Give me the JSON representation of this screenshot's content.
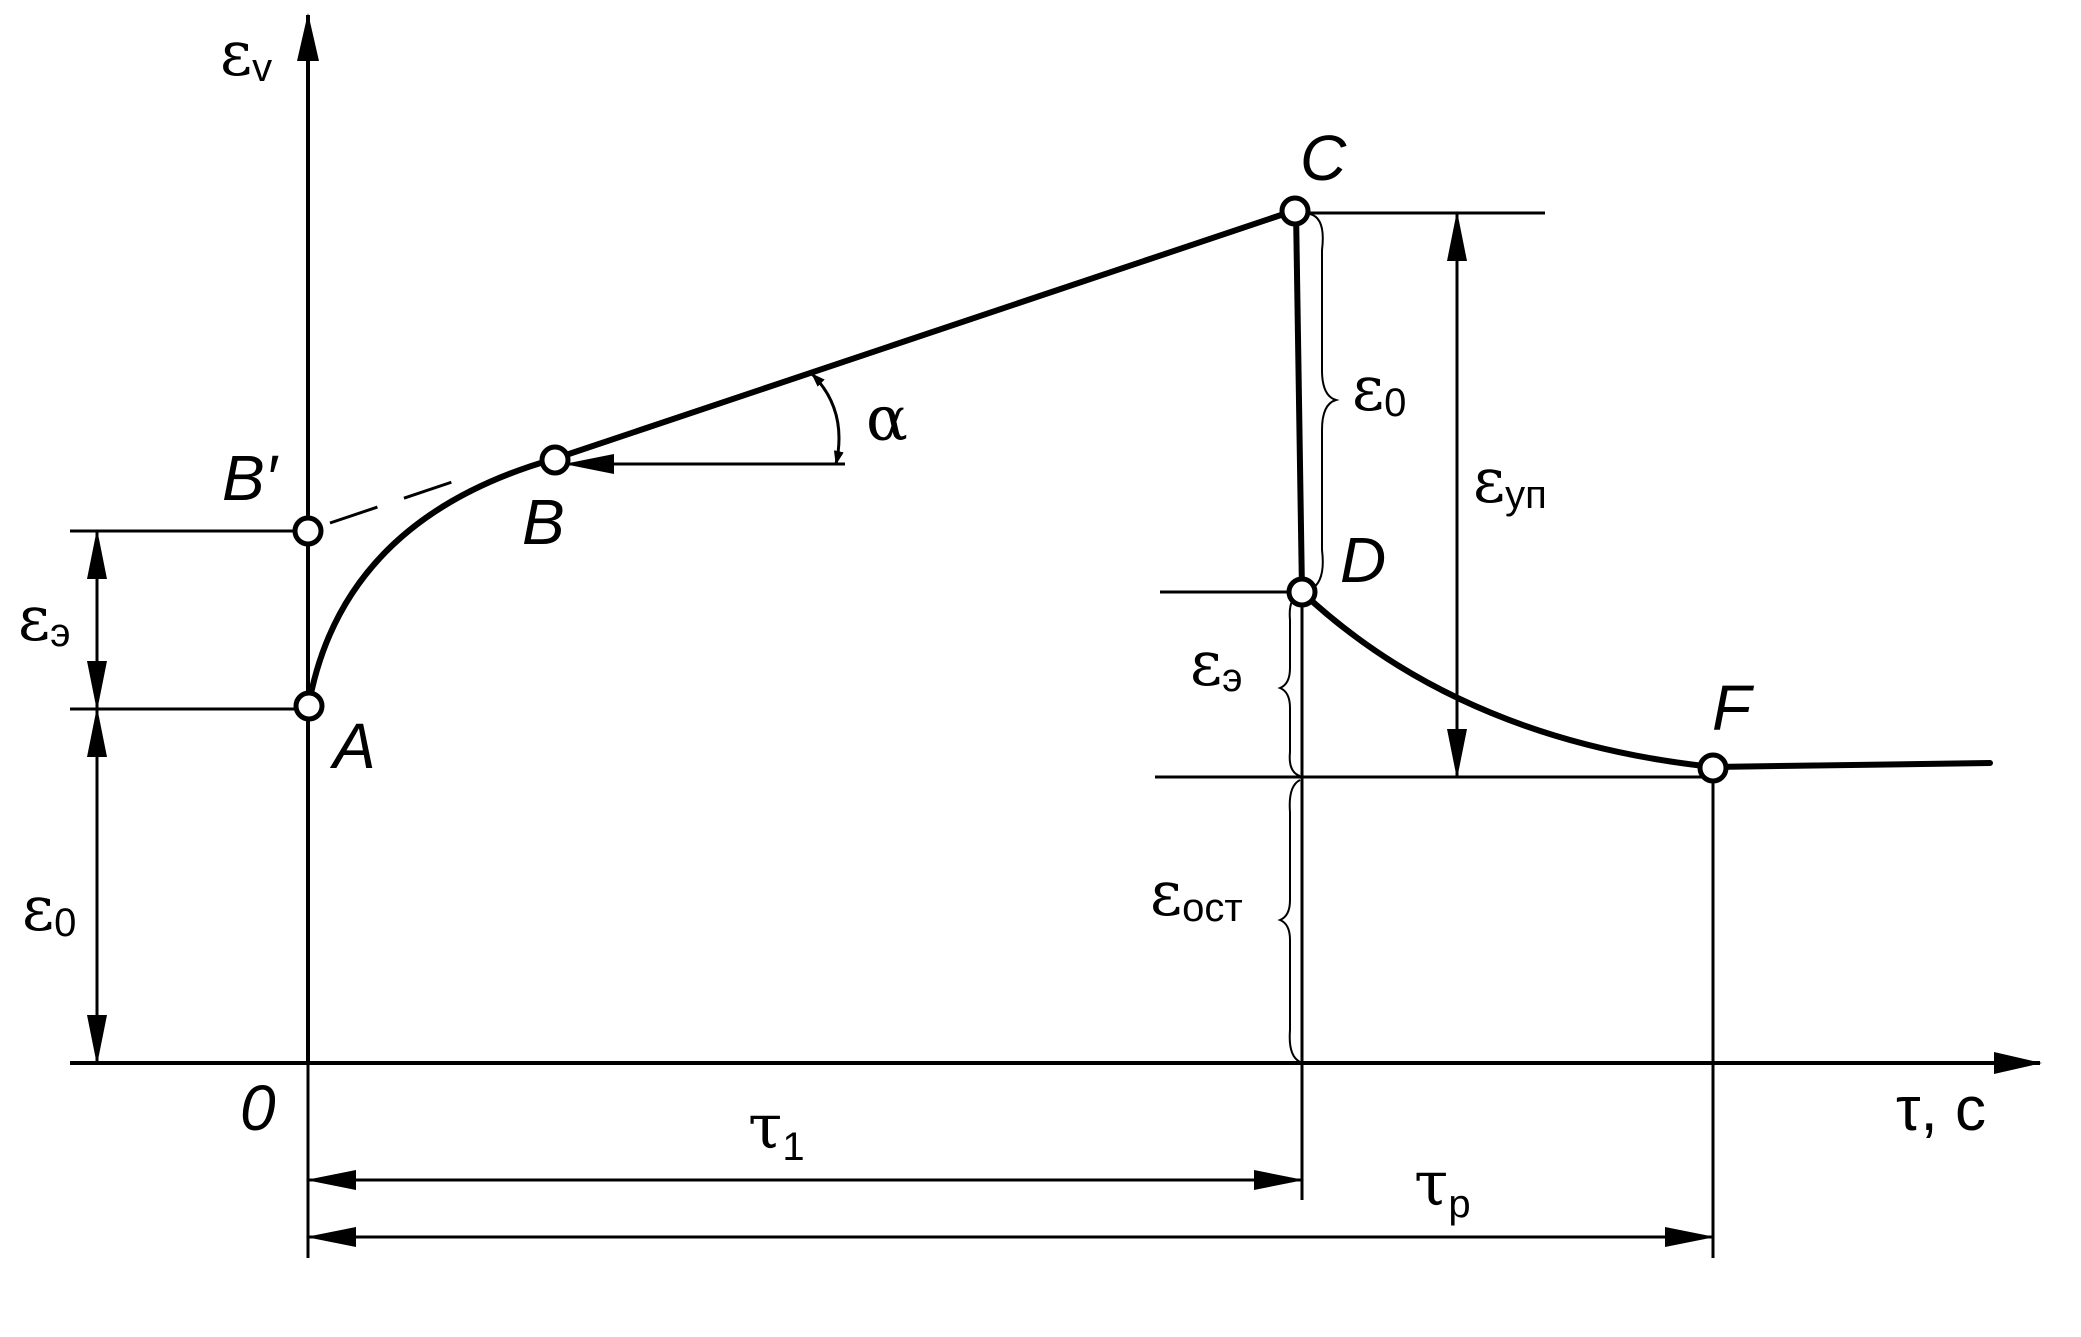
{
  "axes": {
    "y_symbol": "ε",
    "y_subscript": "v",
    "x_label": "τ, с",
    "origin_label": "0"
  },
  "points": {
    "A": "A",
    "B": "B",
    "B_prime": "B′",
    "C": "C",
    "D": "D",
    "F": "F"
  },
  "angle_label": "α",
  "dimensions": {
    "eps_e_left": {
      "symbol": "ε",
      "subscript": "э"
    },
    "eps_0_left": {
      "symbol": "ε",
      "subscript": "0"
    },
    "eps_0_right": {
      "symbol": "ε",
      "subscript": "0"
    },
    "eps_e_right": {
      "symbol": "ε",
      "subscript": "э"
    },
    "eps_ost": {
      "symbol": "ε",
      "subscript": "ост"
    },
    "eps_up": {
      "symbol": "ε",
      "subscript": "уп"
    },
    "tau_1": {
      "symbol": "τ",
      "subscript": "1"
    },
    "tau_p": {
      "symbol": "τ",
      "subscript": "р"
    }
  }
}
